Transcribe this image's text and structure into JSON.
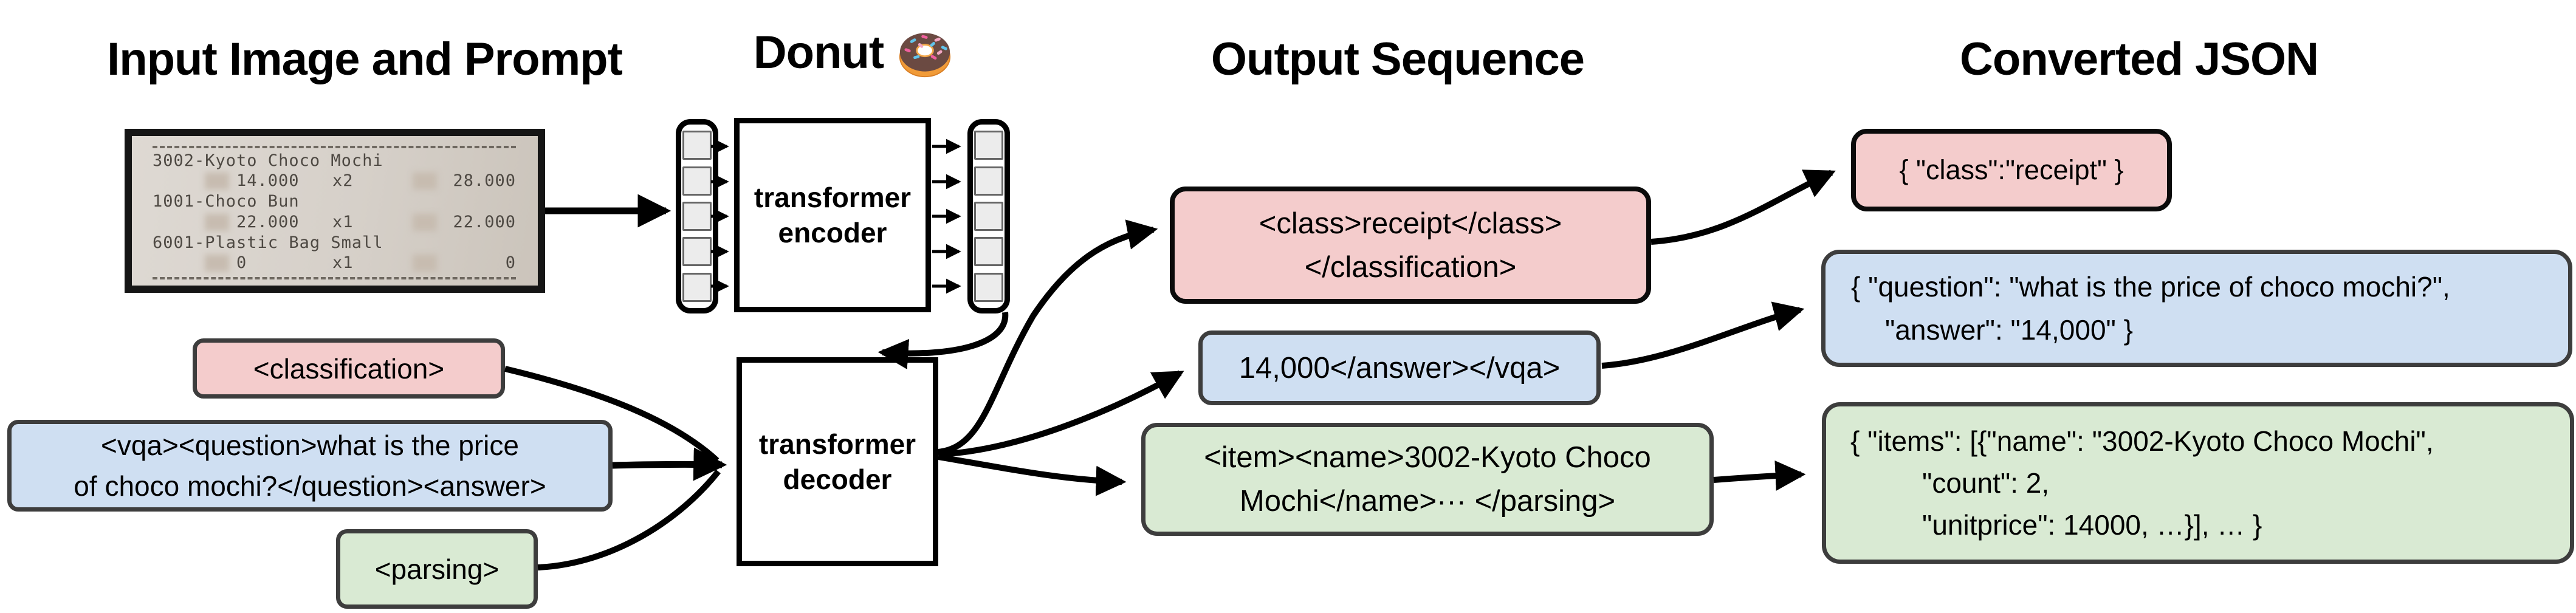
{
  "diagram": {
    "headings": {
      "input": "Input Image and Prompt",
      "model": "Donut",
      "output": "Output Sequence",
      "json": "Converted JSON"
    },
    "receipt": {
      "lines": [
        {
          "text": "3002-Kyoto Choco Mochi"
        },
        {
          "price": "14.000",
          "qty": "x2",
          "total": "28.000"
        },
        {
          "text": "1001-Choco Bun"
        },
        {
          "price": "22.000",
          "qty": "x1",
          "total": "22.000"
        },
        {
          "text": "6001-Plastic Bag Small"
        },
        {
          "price": "0",
          "qty": "x1",
          "total": "0"
        }
      ]
    },
    "encoder": {
      "line1": "transformer",
      "line2": "encoder"
    },
    "decoder": {
      "line1": "transformer",
      "line2": "decoder"
    },
    "prompts": {
      "classification": "<classification>",
      "vqa_line1": "<vqa><question>what is the price",
      "vqa_line2": "of choco mochi?</question><answer>",
      "parsing": "<parsing>"
    },
    "outputs": {
      "classification_line1": "<class>receipt</class>",
      "classification_line2": "</classification>",
      "vqa": "14,000</answer></vqa>",
      "parsing_line1": "<item><name>3002-Kyoto Choco",
      "parsing_line2": "Mochi</name>··· </parsing>"
    },
    "json_outputs": {
      "classification": "{ \"class\":\"receipt\" }",
      "vqa_line1": "{ \"question\": \"what is the price of choco mochi?\",",
      "vqa_line2": "\"answer\": \"14,000\" }",
      "parsing_line1": "{ \"items\": [{\"name\": \"3002-Kyoto Choco Mochi\",",
      "parsing_line2": "\"count\": 2,",
      "parsing_line3": "\"unitprice\": 14000, …}], … }"
    },
    "colors": {
      "classification_fill": "#f4cccc",
      "vqa_fill": "#cfdff2",
      "parsing_fill": "#d9ead3",
      "outline_dark": "#3d3d3d",
      "outline_black": "#0a0a0a"
    }
  }
}
